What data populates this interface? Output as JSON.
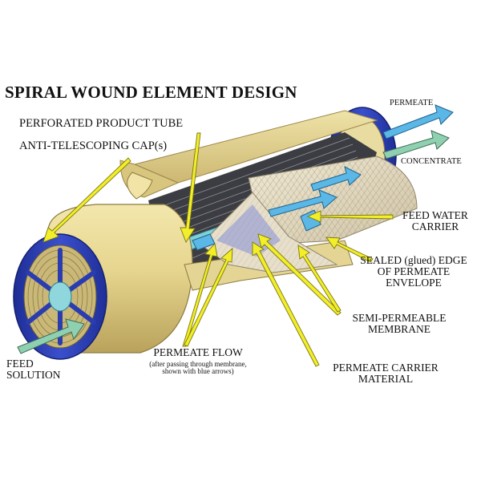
{
  "title": "SPIRAL WOUND ELEMENT DESIGN",
  "labels": {
    "perforated_product_tube": "PERFORATED PRODUCT TUBE",
    "anti_telescoping_caps": "ANTI-TELESCOPING CAP(s)",
    "permeate": "PERMEATE",
    "concentrate": "CONCENTRATE",
    "feed_water_carrier_l1": "FEED WATER",
    "feed_water_carrier_l2": "CARRIER",
    "sealed_edge_l1": "SEALED (glued) EDGE",
    "sealed_edge_l2": "OF PERMEATE",
    "sealed_edge_l3": "ENVELOPE",
    "semi_permeable_l1": "SEMI-PERMEABLE",
    "semi_permeable_l2": "MEMBRANE",
    "permeate_carrier_l1": "PERMEATE CARRIER",
    "permeate_carrier_l2": "MATERIAL",
    "permeate_flow": "PERMEATE FLOW",
    "permeate_flow_note_l1": "(after passing through membrane,",
    "permeate_flow_note_l2": "shown with blue arrows)",
    "feed_solution_l1": "FEED",
    "feed_solution_l2": "SOLUTION"
  },
  "colors": {
    "pointer_arrow": "#f2ee2a",
    "flow_arrow_green": "#8fd0b0",
    "flow_arrow_blue": "#5ab7e6",
    "cap_blue": "#2c3eb5",
    "tube_tan": "#e6d58e"
  }
}
